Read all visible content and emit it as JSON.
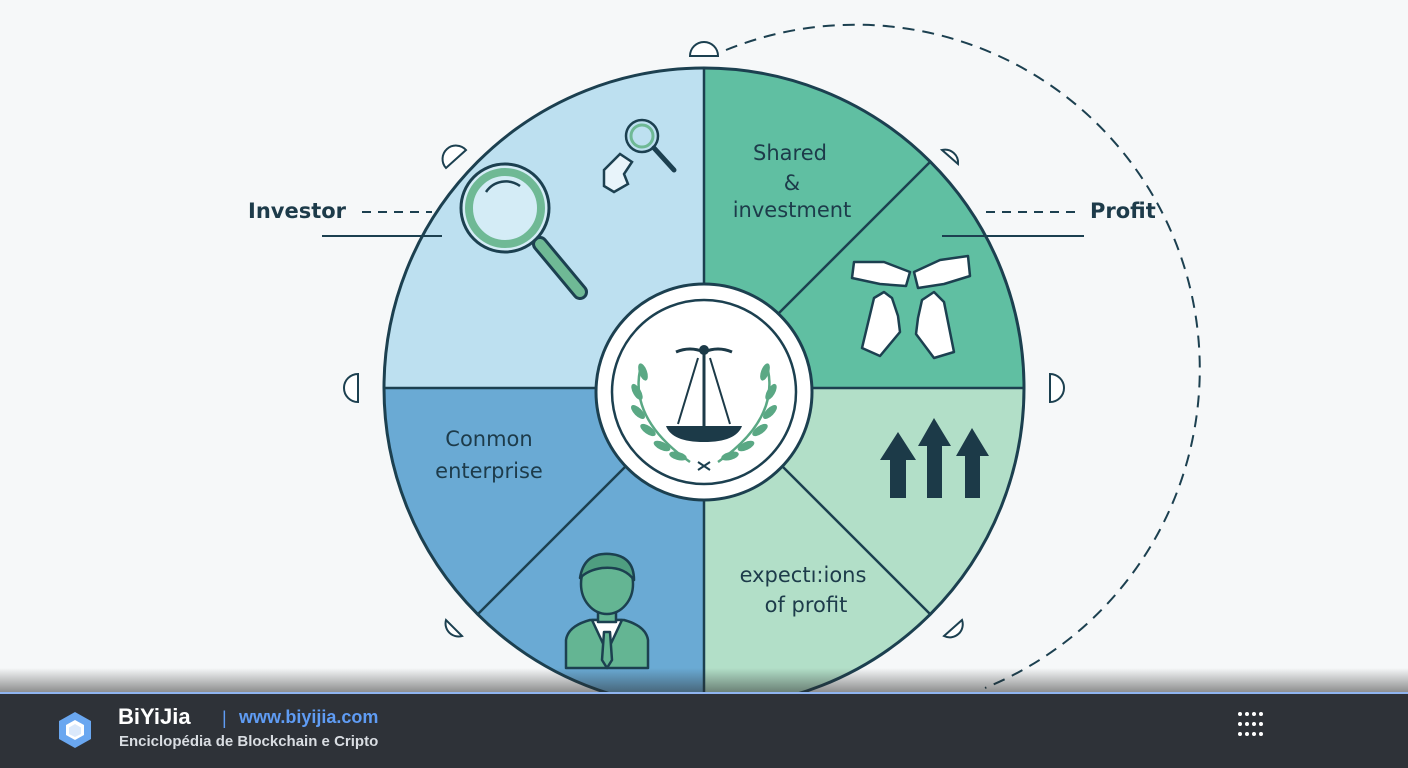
{
  "diagram": {
    "side_labels": {
      "left": "Investor",
      "right": "Profit"
    },
    "segments": [
      {
        "id": "top-left",
        "label_lines": [],
        "icon": "magnifier-icon",
        "color": "#bde0f0"
      },
      {
        "id": "top-right",
        "label_lines": [
          "Shared",
          "&",
          "investment"
        ],
        "icon": "none",
        "color": "#60bfa2"
      },
      {
        "id": "right-upper",
        "label_lines": [],
        "icon": "handshake-icon",
        "color": "#60bfa2"
      },
      {
        "id": "right-lower",
        "label_lines": [],
        "icon": "up-arrows-icon",
        "color": "#b2dfc8"
      },
      {
        "id": "bottom-right",
        "label_lines": [
          "expectı:ions",
          "of profit"
        ],
        "icon": "none",
        "color": "#b2dfc8"
      },
      {
        "id": "bottom-left",
        "label_lines": [],
        "icon": "businessman-icon",
        "color": "#6aaad4"
      },
      {
        "id": "left-lower",
        "label_lines": [
          "Conmon",
          "enterprise"
        ],
        "icon": "none",
        "color": "#6aaad4"
      }
    ],
    "center_icon": "scales-of-justice-icon",
    "outline_color": "#1c4050"
  },
  "footer": {
    "brand_name": "BiYiJia",
    "separator": "|",
    "url": "www.biyijia.com",
    "tagline": "Enciclopédia de Blockchain e Cripto",
    "logo_icon": "hexagon-logo-icon",
    "menu_icon": "grid-dots-icon",
    "background": "#2e3238",
    "accent": "#5f9cf4"
  }
}
